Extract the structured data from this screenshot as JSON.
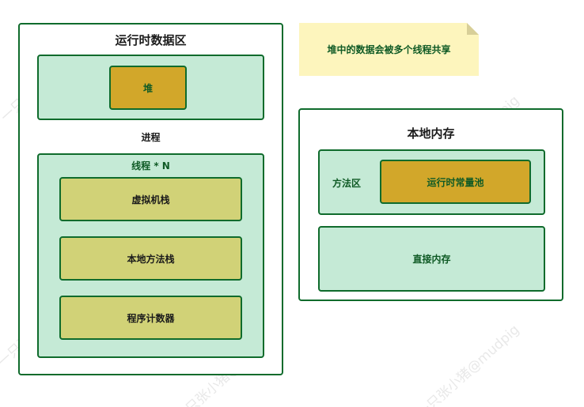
{
  "runtime_area": {
    "title": "运行时数据区",
    "heap": "堆",
    "process_label": "进程",
    "thread_group": {
      "title": "线程 * N",
      "items": [
        "虚拟机栈",
        "本地方法栈",
        "程序计数器"
      ]
    }
  },
  "note": {
    "text": "堆中的数据会被多个线程共享"
  },
  "native_memory": {
    "title": "本地内存",
    "method_area": {
      "label": "方法区",
      "runtime_constant_pool": "运行时常量池"
    },
    "direct_memory": "直接内存"
  },
  "watermark": {
    "text": "一只张小猪@mudpig"
  },
  "colors": {
    "border": "#0f6b2c",
    "group_fill": "#c5ead6",
    "gold_fill": "#d2a72a",
    "olive_fill": "#d1d277",
    "note_fill": "#fdf5bd",
    "green_text": "#0f5a25"
  }
}
